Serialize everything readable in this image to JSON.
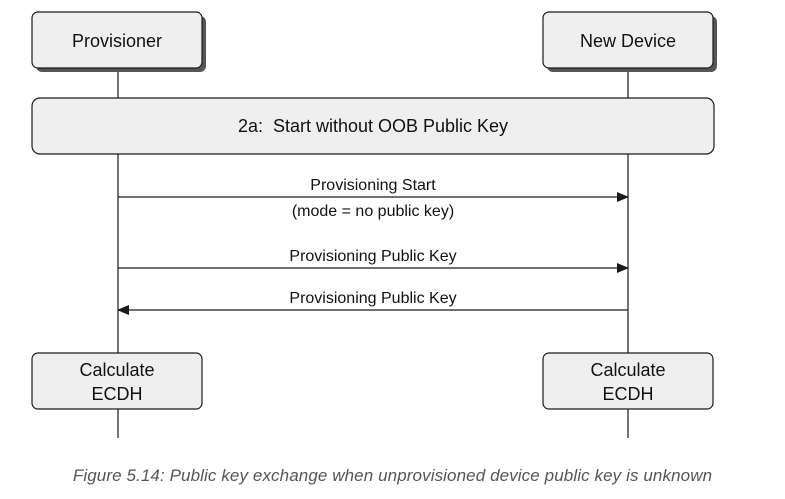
{
  "participants": {
    "left": "Provisioner",
    "right": "New Device"
  },
  "phase_label": "2a:  Start without OOB Public Key",
  "messages": [
    {
      "line1": "Provisioning Start",
      "line2": "(mode = no public key)",
      "direction": "left-to-right"
    },
    {
      "line1": "Provisioning Public Key",
      "direction": "left-to-right"
    },
    {
      "line1": "Provisioning Public Key",
      "direction": "right-to-left"
    }
  ],
  "actions": {
    "left": {
      "line1": "Calculate",
      "line2": "ECDH"
    },
    "right": {
      "line1": "Calculate",
      "line2": "ECDH"
    }
  },
  "caption": "Figure 5.14: Public key exchange when unprovisioned device public key is unknown",
  "colors": {
    "box_fill": "#efefef",
    "stroke": "#1a1a1a",
    "shadow": "#555555",
    "caption": "#555555"
  }
}
